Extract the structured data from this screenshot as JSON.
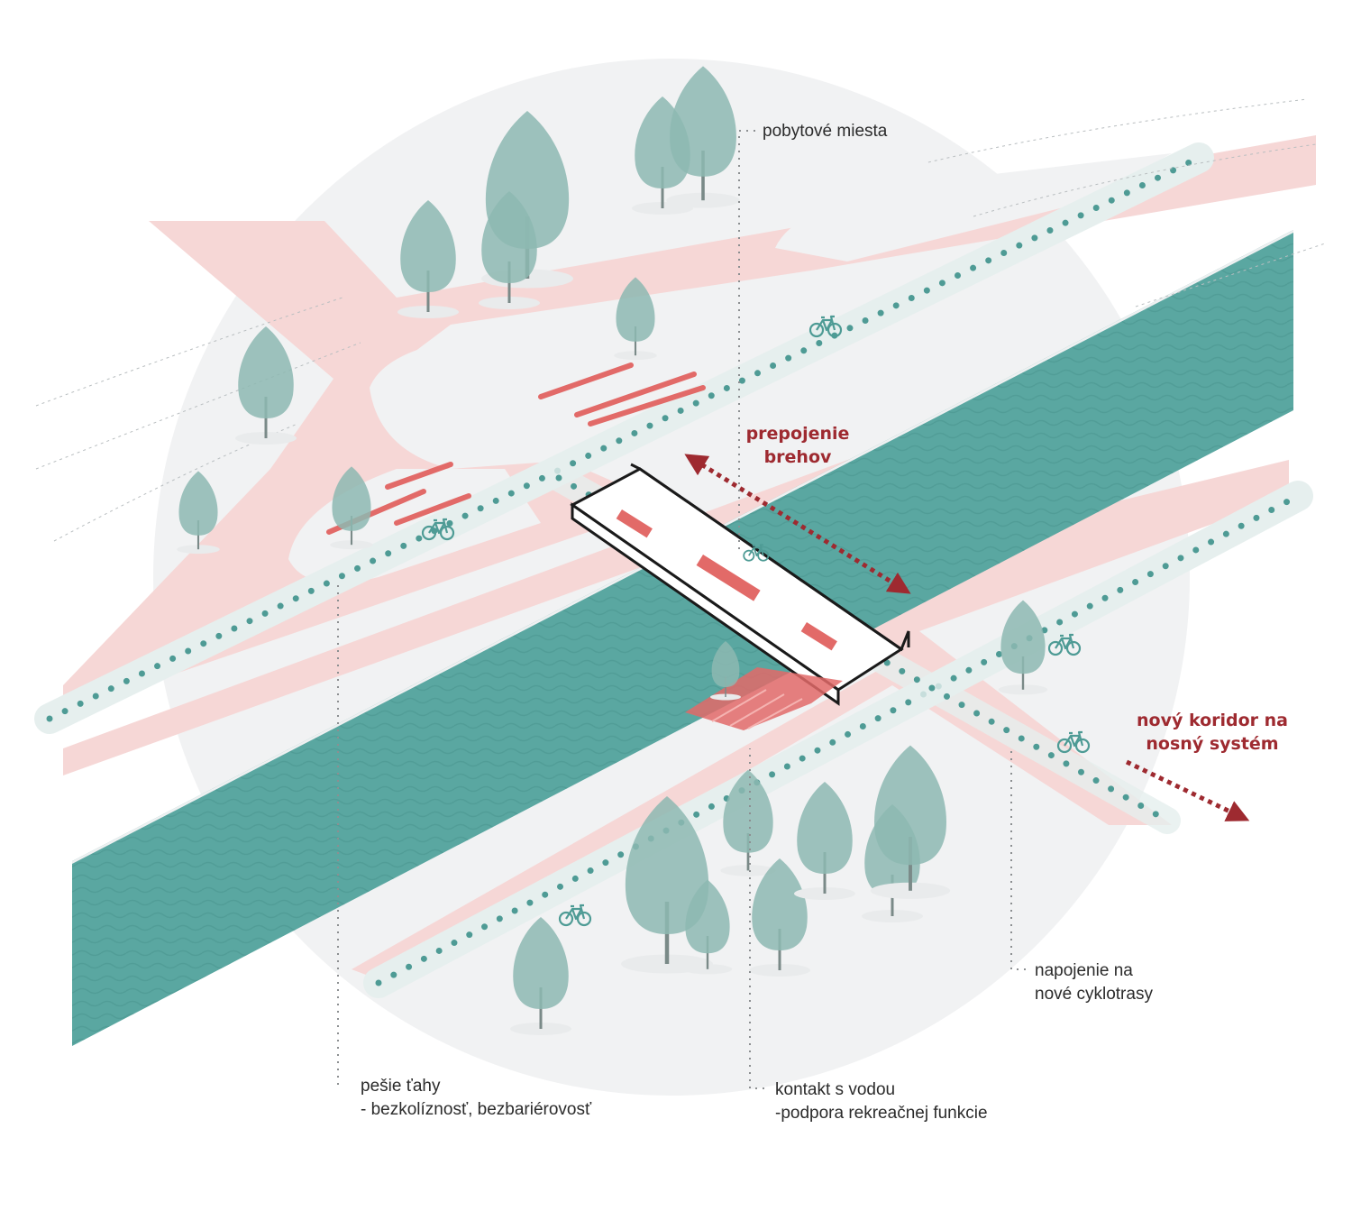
{
  "labels": {
    "pobytove": "pobytové miesta",
    "prepojenie": "prepojenie\nbrehov",
    "novy_koridor": "nový koridor na\nnosný systém",
    "napojenie": "napojenie na\nnové cyklotrasy",
    "pesie": "pešie ťahy\n- bezkolíznosť, bezbariérovosť",
    "kontakt": "kontakt s vodou\n-podpora rekreačnej funkcie"
  },
  "colors": {
    "water": "#5aa7a1",
    "road": "#f6d7d6",
    "ground": "#f1f2f3",
    "path": "#e6efee",
    "dot": "#4e9b95",
    "tree": "#8db8b2",
    "accent": "#9e2a30",
    "bench": "#e26a68"
  },
  "icons": [
    "bicycle-icon",
    "tree-icon",
    "double-arrow-icon",
    "arrow-icon"
  ]
}
